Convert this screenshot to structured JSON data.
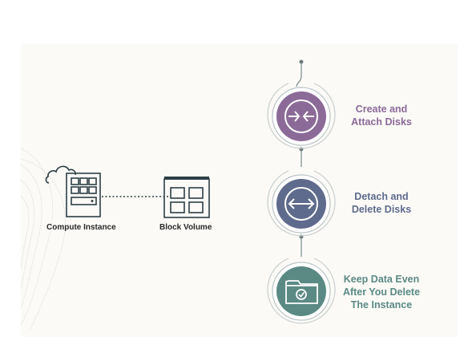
{
  "left_diagram": {
    "compute_label": "Compute Instance",
    "block_label": "Block Volume",
    "compute_icon": "cloud-server-icon",
    "block_icon": "storage-grid-icon"
  },
  "steps": [
    {
      "line1": "Create and",
      "line2": "Attach Disks",
      "icon": "arrows-inward-icon",
      "color": "#8c6a98"
    },
    {
      "line1": "Detach and",
      "line2": "Delete Disks",
      "icon": "arrows-outward-icon",
      "color": "#5f6b8c"
    },
    {
      "line1": "Keep Data Even",
      "line2": "After You Delete",
      "line3": "The Instance",
      "icon": "folder-check-icon",
      "color": "#5b8a84"
    }
  ],
  "colors": {
    "icon_stroke": "#2e3f44",
    "connector": "#7d8a8d",
    "background": "#fbfaf7"
  }
}
